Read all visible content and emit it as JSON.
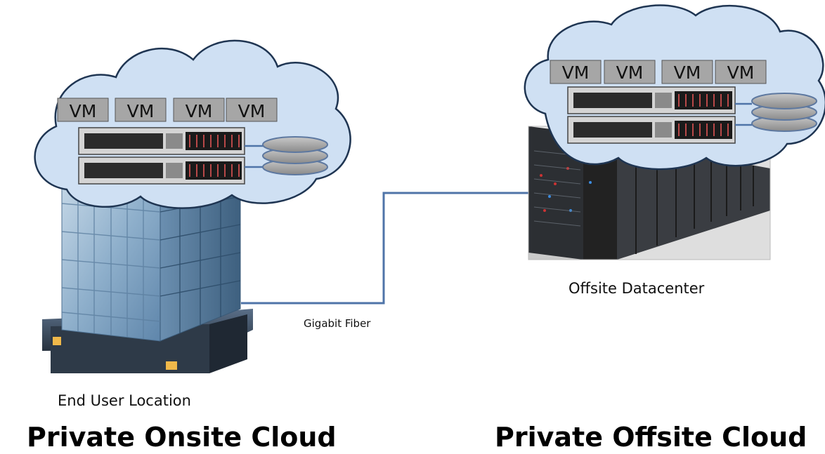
{
  "left_site": {
    "vm_labels": [
      "VM",
      "VM",
      "VM",
      "VM"
    ],
    "location_label": "End User Location",
    "title": "Private Onsite Cloud"
  },
  "right_site": {
    "vm_labels": [
      "VM",
      "VM",
      "VM",
      "VM"
    ],
    "location_label": "Offsite Datacenter",
    "title": "Private Offsite Cloud"
  },
  "link": {
    "label": "Gigabit Fiber"
  },
  "colors": {
    "cloud_fill": "#cfe0f3",
    "cloud_stroke": "#1f3552",
    "vm_fill": "#a6a6a6",
    "link_line": "#4f74a8",
    "building_glass": "#8fb0cc",
    "storage_disk": "#9a9a9a"
  }
}
